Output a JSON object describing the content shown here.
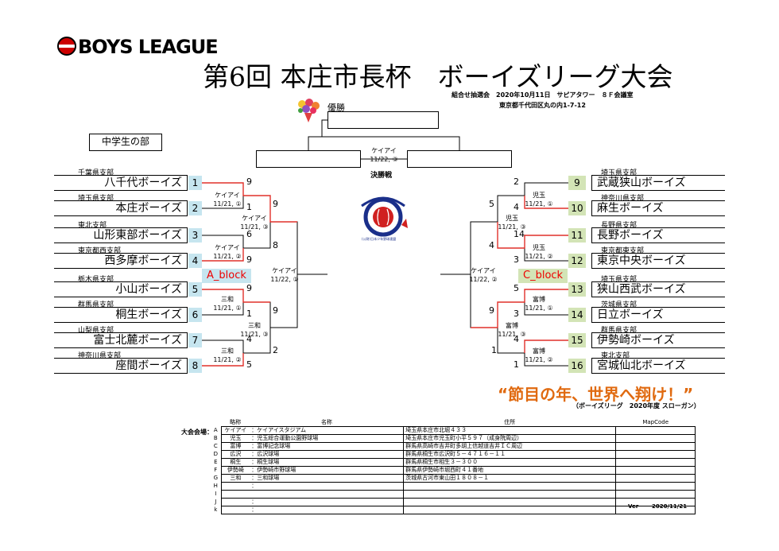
{
  "header": {
    "logo_text": "BOYS LEAGUE",
    "title": "第6回 本庄市長杯　ボーイズリーグ大会",
    "draw_info_1": "組合せ抽選会　2020年10月11日　サピアタワー　８Ｆ会議室",
    "draw_info_2": "東京都千代田区丸の内1-7-12",
    "category": "中学生の部"
  },
  "final": {
    "champion_label": "優勝",
    "venue_date": "ケイアイ\n11/22, ③",
    "label": "決勝戦"
  },
  "left": {
    "teams": [
      {
        "pref": "千葉県支部",
        "name": "八千代ボーイズ",
        "seed": "1",
        "score": "9"
      },
      {
        "pref": "埼玉県支部",
        "name": "本庄ボーイズ",
        "seed": "2",
        "score": "1"
      },
      {
        "pref": "東北支部",
        "name": "山形東部ボーイズ",
        "seed": "3",
        "score": "6"
      },
      {
        "pref": "東京都西支部",
        "name": "西多摩ボーイズ",
        "seed": "4",
        "score": "9"
      },
      {
        "pref": "栃木県支部",
        "name": "小山ボーイズ",
        "seed": "5",
        "score": "9"
      },
      {
        "pref": "群馬県支部",
        "name": "桐生ボーイズ",
        "seed": "6",
        "score": "1"
      },
      {
        "pref": "山梨県支部",
        "name": "富士北麓ボーイズ",
        "seed": "7",
        "score": "4"
      },
      {
        "pref": "神奈川県支部",
        "name": "座間ボーイズ",
        "seed": "8",
        "score": "5"
      }
    ],
    "r1_meta": [
      "ケイアイ\n11/21, ①",
      "ケイアイ\n11/21, ②",
      "三和\n11/21, ①",
      "三和\n11/21, ②"
    ],
    "r2_scores": [
      "9",
      "8",
      "9",
      "2"
    ],
    "r2_meta": [
      "ケイアイ\n11/21, ③",
      "三和\n11/21, ③"
    ],
    "semi_meta": "ケイアイ\n11/22, ①",
    "block": "A_block"
  },
  "right": {
    "teams": [
      {
        "pref": "埼玉県支部",
        "name": "武蔵狭山ボーイズ",
        "seed": "9",
        "score": "2"
      },
      {
        "pref": "神奈川県支部",
        "name": "麻生ボーイズ",
        "seed": "10",
        "score": "4"
      },
      {
        "pref": "長野県支部",
        "name": "長野ボーイズ",
        "seed": "11",
        "score": "14"
      },
      {
        "pref": "東京都東支部",
        "name": "東京中央ボーイズ",
        "seed": "12",
        "score": "3"
      },
      {
        "pref": "埼玉県支部",
        "name": "狭山西武ボーイズ",
        "seed": "13",
        "score": "5"
      },
      {
        "pref": "茨城県支部",
        "name": "日立ボーイズ",
        "seed": "14",
        "score": "3"
      },
      {
        "pref": "群馬県支部",
        "name": "伊勢崎ボーイズ",
        "seed": "15",
        "score": "4"
      },
      {
        "pref": "東北支部",
        "name": "宮城仙北ボーイズ",
        "seed": "16",
        "score": "1"
      }
    ],
    "r1_meta": [
      "児玉\n11/21, ①",
      "児玉\n11/21, ②",
      "富博\n11/21, ①",
      "富博\n11/21, ②"
    ],
    "r2_scores": [
      "5",
      "4",
      "9",
      "1"
    ],
    "r2_meta": [
      "児玉\n11/21, ③",
      "富博\n11/21, ③"
    ],
    "semi_meta": "ケイアイ\n11/22, ②",
    "block": "C_block"
  },
  "center_logo": {
    "top": "BOYS LEAGUE",
    "bottom": "(公財)日本少年野球連盟"
  },
  "slogan": "“節目の年、世界へ翔け！”",
  "slogan_sub": "（ボーイズリーグ　2020年度 スローガン）",
  "venue_table": {
    "label": "大会会場：",
    "headers": [
      "略称",
      "名称",
      "住所",
      "MapCode"
    ],
    "rows": [
      {
        "key": "A",
        "abbr": "ケイアイ",
        "name": "：ケイアイスタジアム",
        "addr": "埼玉県本庄市北堀４３３"
      },
      {
        "key": "B",
        "abbr": "児玉",
        "name": "：児玉総合運動公園野球場",
        "addr": "埼玉県本庄市児玉町小平５９７（成身院周辺）"
      },
      {
        "key": "C",
        "abbr": "富博",
        "name": "：富博記念球場",
        "addr": "群馬県高崎市吉井町多胡上信越道吉井ＩＣ周辺"
      },
      {
        "key": "D",
        "abbr": "広沢",
        "name": "：広沢球場",
        "addr": "群馬県桐生市広沢町５－４７１６－１１"
      },
      {
        "key": "E",
        "abbr": "桐生",
        "name": "：桐生球場",
        "addr": "群馬県桐生市相生３－３００"
      },
      {
        "key": "F",
        "abbr": "伊勢崎",
        "name": "：伊勢崎市野球場",
        "addr": "群馬県伊勢崎市堀西町４１番地"
      },
      {
        "key": "G",
        "abbr": "三和",
        "name": "：三和球場",
        "addr": "茨城県古河市東山田１８０８－１"
      },
      {
        "key": "H",
        "abbr": "",
        "name": "：",
        "addr": ""
      },
      {
        "key": "I",
        "abbr": "",
        "name": "",
        "addr": ""
      },
      {
        "key": "J",
        "abbr": "",
        "name": "：",
        "addr": ""
      },
      {
        "key": "k",
        "abbr": "",
        "name": "：",
        "addr": ""
      }
    ]
  },
  "version_label": "Ver",
  "version": "2020/11/21",
  "colors": {
    "winner_line": "#e0302a",
    "blue_seed": "#c6e5ef",
    "green_seed": "#d3e4b6",
    "slogan": "#e06a10"
  }
}
